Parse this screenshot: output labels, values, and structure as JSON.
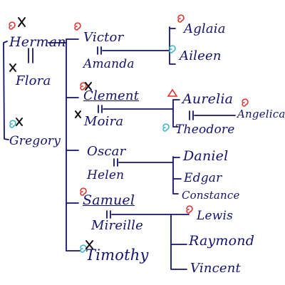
{
  "tree": {
    "people": {
      "herman": "Herman",
      "flora": "Flora",
      "gregory": "Gregory",
      "victor": "Victor",
      "amanda": "Amanda",
      "aglaia": "Aglaia",
      "aileen": "Aileen",
      "clement": "Clement",
      "moira": "Moira",
      "aurelia": "Aurelia",
      "theodore": "Theodore",
      "angelica": "Angelica",
      "oscar": "Oscar",
      "helen": "Helen",
      "daniel": "Daniel",
      "edgar": "Edgar",
      "constance": "Constance",
      "samuel": "Samuel",
      "mireille": "Mireille",
      "lewis": "Lewis",
      "raymond": "Raymond",
      "vincent": "Vincent",
      "timothy": "Timothy"
    },
    "colors": {
      "ink": "#13136b",
      "red_marker": "#e0332f",
      "cyan_marker": "#3fb4c4",
      "cross": "#111111"
    },
    "marker_icons": [
      "red-spiral-icon",
      "cyan-spiral-icon",
      "red-triangle-icon",
      "death-cross-icon"
    ]
  }
}
